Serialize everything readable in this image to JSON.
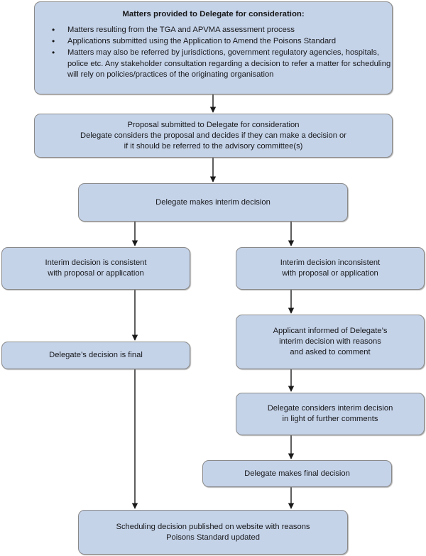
{
  "diagram": {
    "title": "Scheduling delegate decision process flowchart",
    "node_fill_color": "#c5d3e9",
    "node_border_color": "#8a8a8a",
    "connector_color": "#1a1a1a",
    "nodes": {
      "matters": {
        "heading": "Matters provided to Delegate for consideration:",
        "bullets": [
          "Matters resulting from the TGA and APVMA assessment process",
          "Applications submitted using the Application to Amend the Poisons Standard",
          "Matters may also be referred by jurisdictions, government regulatory agencies, hospitals, police etc. Any stakeholder consultation regarding a decision to refer a matter for scheduling will rely on policies/practices of the originating organisation"
        ],
        "bullet3_lines": [
          "Matters may also be referred by jurisdictions, government regulatory agencies, hospitals,",
          "police etc. Any stakeholder consultation regarding a decision to refer a matter for scheduling",
          "will rely on policies/practices of the originating organisation"
        ]
      },
      "proposal": {
        "lines": [
          "Proposal submitted to Delegate for consideration",
          "Delegate considers the proposal and decides if they can make a decision or",
          "if it should be referred to the advisory committee(s)"
        ]
      },
      "interim_decision": {
        "lines": [
          "Delegate makes interim decision"
        ]
      },
      "consistent": {
        "lines": [
          "Interim decision is consistent",
          "with proposal or application"
        ]
      },
      "inconsistent": {
        "lines": [
          "Interim decision inconsistent",
          "with proposal or application"
        ]
      },
      "final_left": {
        "lines": [
          "Delegate’s decision is final"
        ]
      },
      "applicant_informed": {
        "lines": [
          "Applicant informed of Delegate’s",
          "interim decision with reasons",
          "and asked to comment"
        ]
      },
      "considers_comments": {
        "lines": [
          "Delegate considers interim decision",
          "in light of further comments"
        ]
      },
      "final_decision": {
        "lines": [
          "Delegate makes final decision"
        ]
      },
      "published": {
        "lines": [
          "Scheduling decision published on website with reasons",
          "Poisons Standard updated"
        ]
      }
    }
  }
}
